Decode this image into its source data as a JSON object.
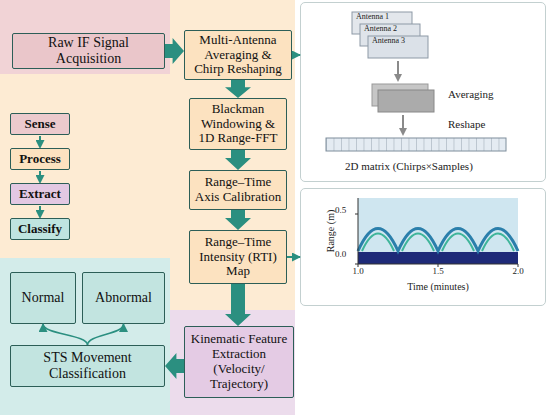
{
  "diagram": {
    "nodes": [
      {
        "text": [
          "Raw IF Signal Acquisition"
        ]
      },
      {
        "text": [
          "Multi-Antenna Averaging & Chirp Reshaping"
        ]
      },
      {
        "text": [
          "Antenna 1",
          "Antenna 2",
          "Antenna 3",
          "Averaging",
          "Reshape",
          "2D matrix (Chirps×Samples)"
        ]
      },
      {
        "text": [
          "Blackman Windowing & 1D Range-FFT"
        ]
      },
      {
        "text": [
          "Range–Time Axis Calibration"
        ]
      },
      {
        "text": [
          "Range–Time Intensity (RTI) Map"
        ]
      },
      {
        "text": [
          "Range (m)",
          "0.5",
          "0.0",
          "1.0",
          "1.5",
          "2.0",
          "Time (minutes)"
        ]
      },
      {
        "text": [
          "Kinematic Feature Extraction (Velocity/ Trajectory)"
        ]
      },
      {
        "text": [
          "STS Movement Classification"
        ]
      },
      {
        "text": [
          "Normal"
        ]
      },
      {
        "text": [
          "Abnormal"
        ]
      }
    ],
    "edges": [
      {
        "from": 0,
        "to": 1,
        "arrow": "to"
      },
      {
        "from": 1,
        "to": 2,
        "arrow": "to"
      },
      {
        "from": 1,
        "to": 3,
        "arrow": "to"
      },
      {
        "from": 3,
        "to": 4,
        "arrow": "to"
      },
      {
        "from": 4,
        "to": 5,
        "arrow": "to"
      },
      {
        "from": 5,
        "to": 6,
        "arrow": "to"
      },
      {
        "from": 5,
        "to": 7,
        "arrow": "to"
      },
      {
        "from": 7,
        "to": 8,
        "arrow": "to"
      },
      {
        "from": 8,
        "to": 9,
        "arrow": "to"
      },
      {
        "from": 8,
        "to": 10,
        "arrow": "to"
      }
    ],
    "legend": [
      {
        "text": "Sense",
        "color": "#eccacd"
      },
      {
        "text": "Process",
        "color": "#fce2c0"
      },
      {
        "text": "Extract",
        "color": "#e3c8e3"
      },
      {
        "text": "Classify",
        "color": "#bfe4e0"
      }
    ]
  }
}
